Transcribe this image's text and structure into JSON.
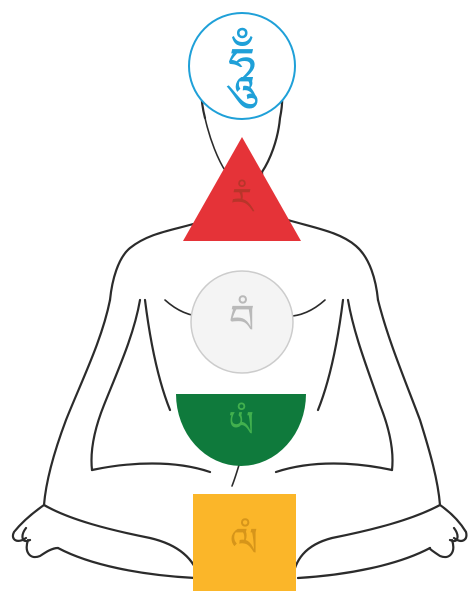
{
  "colors": {
    "background": "#ffffff",
    "outline": "#2b2b2b",
    "crown_ring": "#1fa0d8",
    "crown_fill": "#ffffff",
    "throat": "#e53338",
    "heart": "#f4f4f4",
    "heart_ring": "#cccccc",
    "navel": "#0f7a3c",
    "base": "#fbb629"
  },
  "centers": [
    {
      "name": "crown",
      "shape": "circle",
      "syllable": "ཧཱུྃ",
      "syllable_color": "#1fa0d8"
    },
    {
      "name": "throat",
      "shape": "triangle",
      "syllable": "རཾ",
      "syllable_color": "#b8352a"
    },
    {
      "name": "heart",
      "shape": "circle",
      "syllable": "བཾ",
      "syllable_color": "#b9b9b9"
    },
    {
      "name": "navel",
      "shape": "half-circle",
      "syllable": "ཡཾ",
      "syllable_color": "#42b04e"
    },
    {
      "name": "base",
      "shape": "square",
      "syllable": "ལཾ",
      "syllable_color": "#d6951a"
    }
  ]
}
